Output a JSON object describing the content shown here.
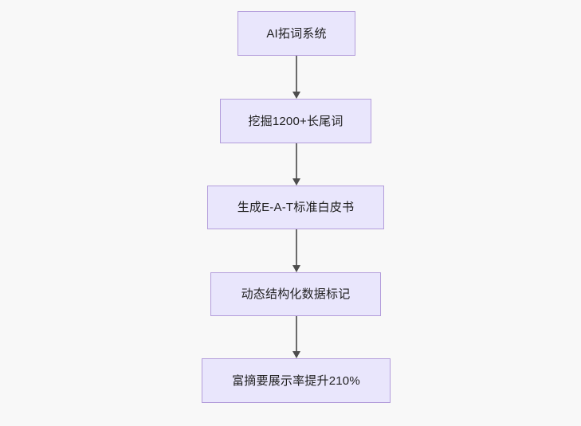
{
  "diagram": {
    "type": "flowchart",
    "orientation": "top-to-bottom",
    "background_color": "#f8f8f8",
    "node_fill_color": "#e9e6fc",
    "node_border_color": "#b39ddb",
    "node_text_color": "#1f1f1f",
    "edge_color": "#6b6b6b",
    "nodes": [
      {
        "id": "n1",
        "label": "AI拓词系统"
      },
      {
        "id": "n2",
        "label": "挖掘1200+长尾词"
      },
      {
        "id": "n3",
        "label": "生成E-A-T标准白皮书"
      },
      {
        "id": "n4",
        "label": "动态结构化数据标记"
      },
      {
        "id": "n5",
        "label": "富摘要展示率提升210%"
      }
    ],
    "edges": [
      {
        "id": "e1",
        "from": "AI拓词系统",
        "to": "挖掘1200+长尾词"
      },
      {
        "id": "e2",
        "from": "挖掘1200+长尾词",
        "to": "生成E-A-T标准白皮书"
      },
      {
        "id": "e3",
        "from": "生成E-A-T标准白皮书",
        "to": "动态结构化数据标记"
      },
      {
        "id": "e4",
        "from": "动态结构化数据标记",
        "to": "富摘要展示率提升210%"
      }
    ]
  }
}
